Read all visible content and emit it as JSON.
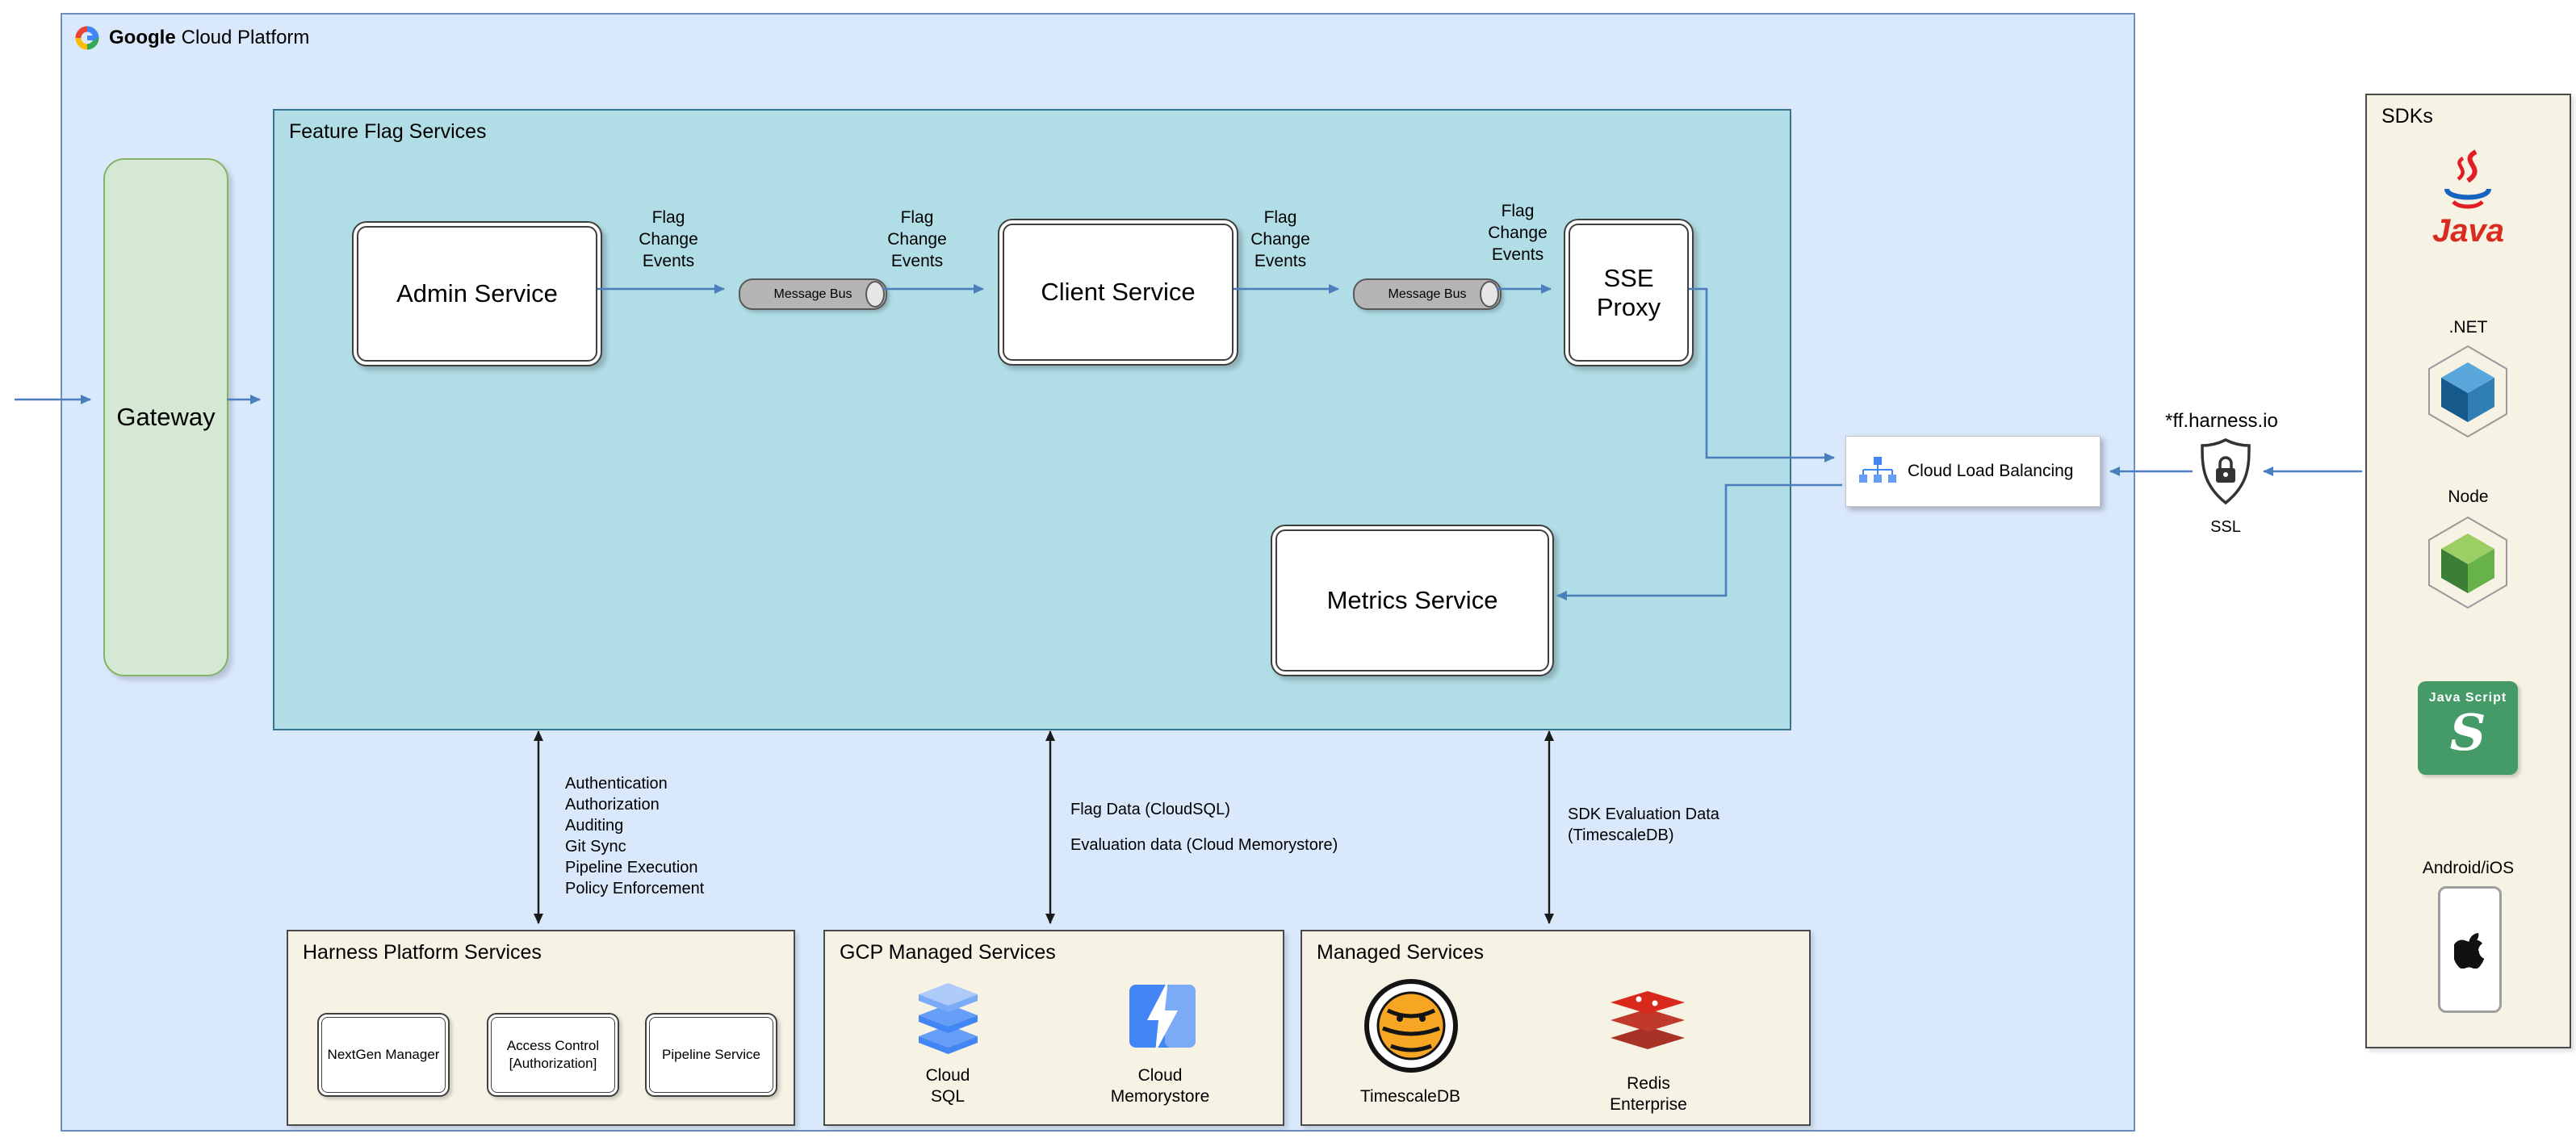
{
  "header": {
    "brand_bold": "Google",
    "brand_rest": "Cloud Platform"
  },
  "gateway": {
    "label": "Gateway"
  },
  "ffs": {
    "title": "Feature Flag Services",
    "admin_service": "Admin Service",
    "client_service": "Client Service",
    "sse_proxy": "SSE\nProxy",
    "metrics_service": "Metrics Service",
    "message_bus": "Message Bus",
    "flag_change_events": "Flag\nChange\nEvents"
  },
  "load_balancer": {
    "label": "Cloud Load Balancing"
  },
  "external": {
    "domain": "*ff.harness.io",
    "ssl_label": "SSL"
  },
  "edge_labels": {
    "harness_services": "Authentication\nAuthorization\nAuditing\nGit Sync\nPipeline Execution\nPolicy Enforcement",
    "flag_data": "Flag Data (CloudSQL)",
    "evaluation_data": "Evaluation data (Cloud Memorystore)",
    "sdk_evaluation_data": "SDK Evaluation Data\n(TimescaleDB)"
  },
  "harness_platform": {
    "title": "Harness Platform Services",
    "services": [
      {
        "label": "NextGen Manager"
      },
      {
        "label": "Access Control\n[Authorization]"
      },
      {
        "label": "Pipeline Service"
      }
    ]
  },
  "gcp_managed": {
    "title": "GCP Managed Services",
    "items": [
      {
        "label": "Cloud\nSQL"
      },
      {
        "label": "Cloud\nMemorystore"
      }
    ]
  },
  "managed": {
    "title": "Managed Services",
    "items": [
      {
        "label": "TimescaleDB"
      },
      {
        "label": "Redis\nEnterprise"
      }
    ]
  },
  "sdks": {
    "title": "SDKs",
    "java_label": "Java",
    "dotnet_label": ".NET",
    "node_label": "Node",
    "js_label_top": "Java Script",
    "js_glyph": "S",
    "android_ios_label": "Android/iOS"
  },
  "colors": {
    "gcp_fill": "#dae8fc",
    "gcp_stroke": "#6c8ebf",
    "ffs_fill": "#b1dde6",
    "gateway_fill": "#d5e8d4",
    "gateway_stroke": "#82b366",
    "panel_fill": "#f6f2e4",
    "arrow_blue": "#4a7ebd",
    "arrow_black": "#1a1a1a",
    "gcp_icon_blue": "#4285f4"
  }
}
